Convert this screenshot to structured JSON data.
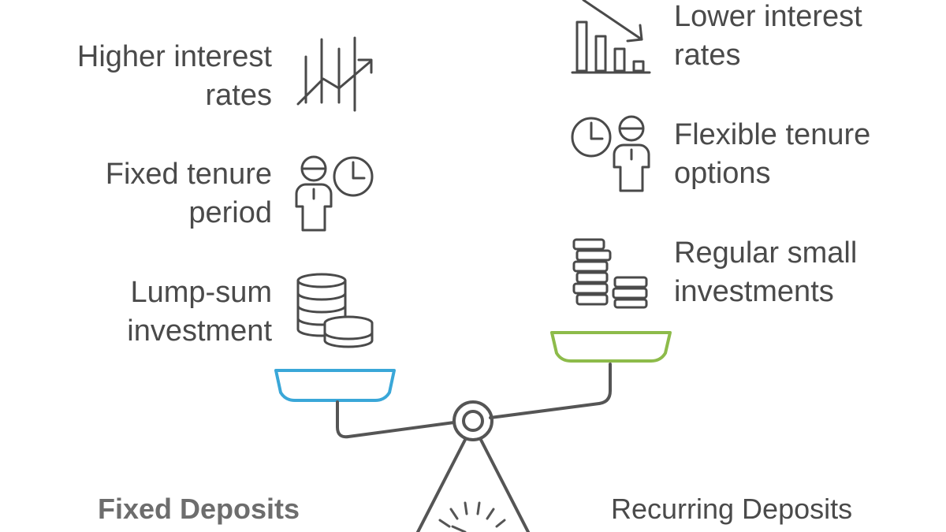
{
  "left_side": {
    "title": "Fixed Deposits",
    "accent_color": "#3aa7d8",
    "items": [
      {
        "text": "Higher interest\nrates",
        "icon": "rising-chart-icon"
      },
      {
        "text": "Fixed tenure\nperiod",
        "icon": "person-clock-icon"
      },
      {
        "text": "Lump-sum\ninvestment",
        "icon": "coin-stacks-icon"
      }
    ]
  },
  "right_side": {
    "title": "Recurring Deposits",
    "accent_color": "#8dbb4a",
    "items": [
      {
        "text": "Lower interest\nrates",
        "icon": "falling-chart-icon"
      },
      {
        "text": "Flexible tenure\noptions",
        "icon": "clock-person-icon"
      },
      {
        "text": "Regular small\ninvestments",
        "icon": "coin-piles-icon"
      }
    ]
  },
  "colors": {
    "text": "#4a4a4a",
    "icon_stroke": "#4a4a4a",
    "beam": "#555555"
  }
}
